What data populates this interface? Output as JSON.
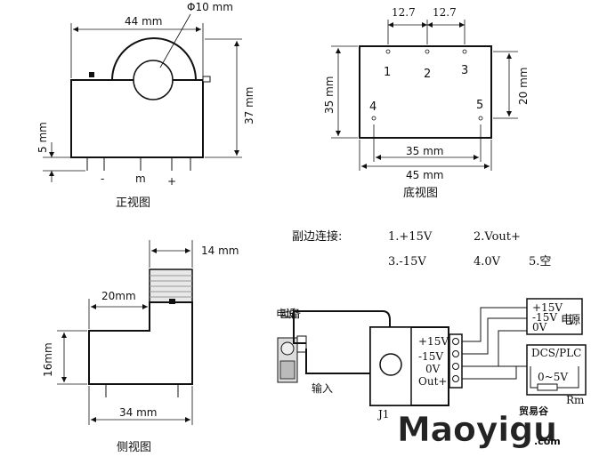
{
  "front": {
    "dia_label": "Φ10 mm",
    "width_label": "44 mm",
    "height_label": "37 mm",
    "pin_len_label": "5 mm",
    "pin_minus": "-",
    "pin_m": "m",
    "pin_plus": "+",
    "caption": "正视图"
  },
  "bottom": {
    "pitch_left": "12.7",
    "pitch_right": "12.7",
    "height_label": "35 mm",
    "pin_row_label": "20 mm",
    "inner_width": "35 mm",
    "outer_width": "45 mm",
    "pins": [
      "1",
      "2",
      "3",
      "4",
      "5"
    ],
    "caption": "底视图"
  },
  "connections": {
    "title": "副边连接:",
    "items": [
      "1.+15V",
      "2.Vout+",
      "3.-15V",
      "4.0V",
      "5.空"
    ]
  },
  "side": {
    "top_label": "14 mm",
    "depth_label": "20mm",
    "height_label": "16mm",
    "width_label": "34 mm",
    "caption": "侧视图"
  },
  "wiring": {
    "device_label": "电动设备",
    "input_label": "输入",
    "model_label": "J1",
    "terminals": [
      "+15V",
      "-15V",
      "0V",
      "Out+"
    ],
    "ps_outputs": [
      "+15V",
      "-15V",
      "0V"
    ],
    "ps_label": "电源",
    "dcs_label": "DCS/PLC",
    "range_label": "0~5V",
    "rm_label": "Rm"
  },
  "watermark": {
    "brand": "Maoyigu",
    "sub_cn": "贸易谷",
    "sub_en": ".com"
  }
}
